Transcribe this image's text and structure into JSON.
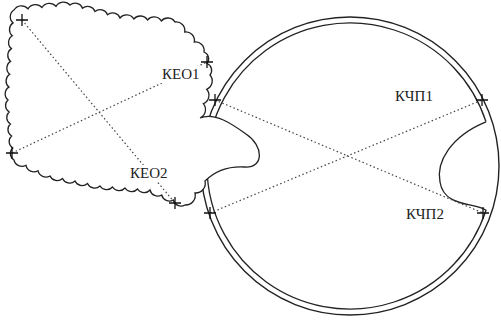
{
  "diagram": {
    "nodes": [
      {
        "text": [
          "КЕО1",
          "КЕО2"
        ]
      },
      {
        "text": [
          "КЧП1",
          "КЧП2"
        ]
      }
    ]
  }
}
